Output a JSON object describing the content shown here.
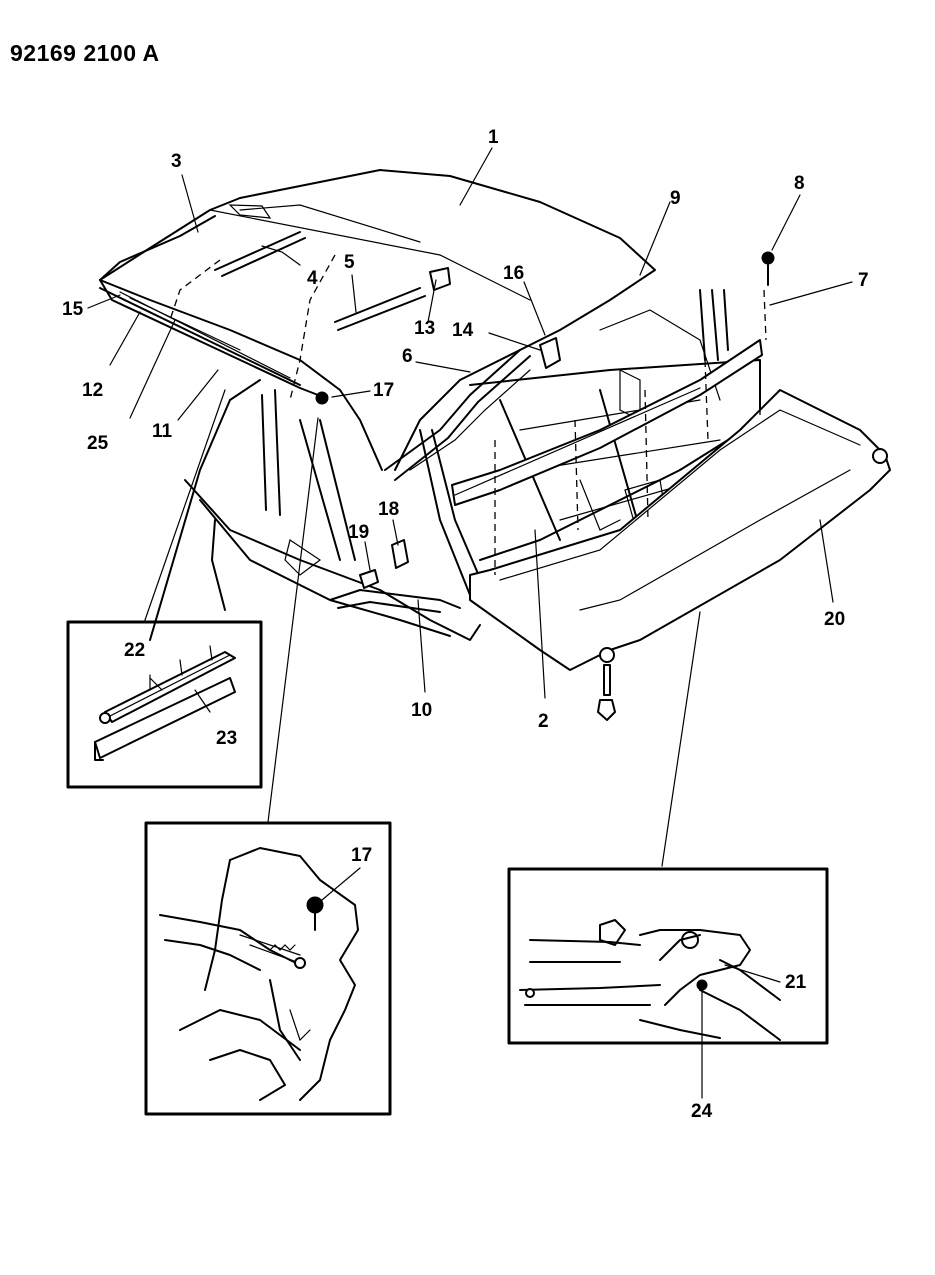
{
  "diagram": {
    "document_number": "92169 2100 A",
    "callouts": [
      "1",
      "2",
      "3",
      "4",
      "5",
      "6",
      "7",
      "8",
      "9",
      "10",
      "11",
      "12",
      "13",
      "14",
      "15",
      "16",
      "17",
      "18",
      "19",
      "20",
      "21",
      "22",
      "23",
      "24",
      "25"
    ],
    "inset_callouts": {
      "seal_strip_detail": [
        "22",
        "23"
      ],
      "bolt_detail": [
        "17"
      ],
      "latch_detail": [
        "21",
        "24"
      ]
    }
  }
}
